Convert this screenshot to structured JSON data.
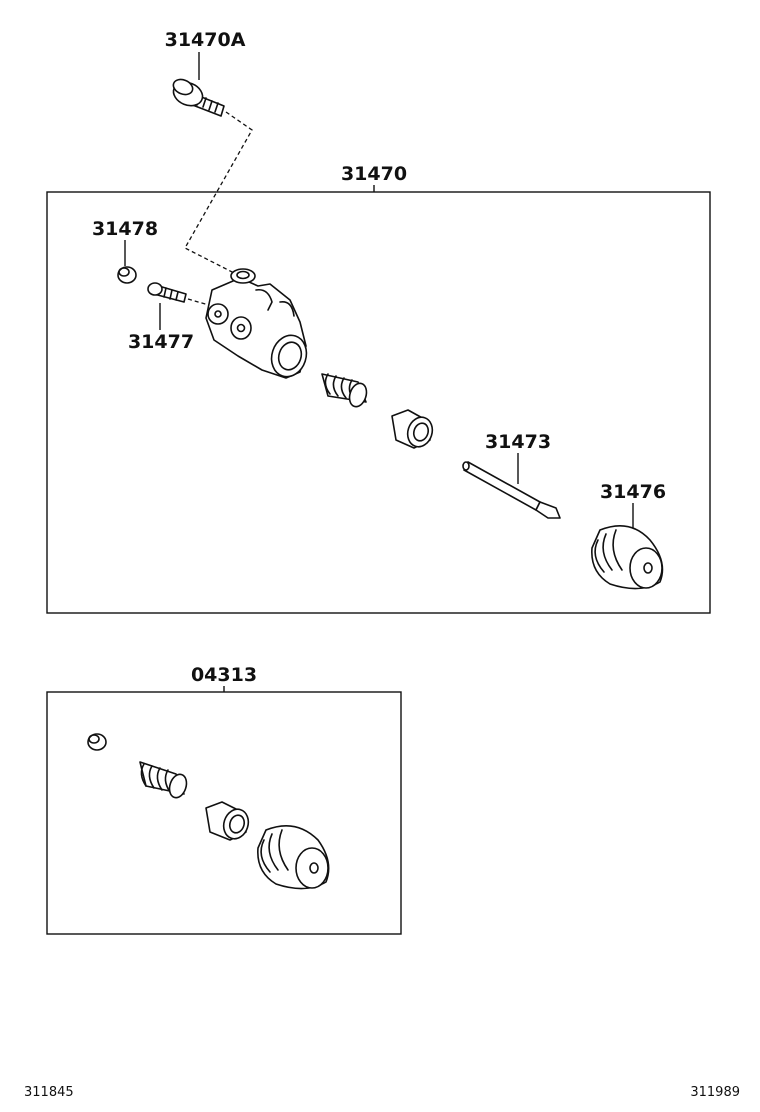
{
  "labels": {
    "bleeder_bolt": "31470A",
    "cylinder_assy": "31470",
    "cap": "31478",
    "plug": "31477",
    "push_rod": "31473",
    "boot": "31476",
    "repair_kit": "04313"
  },
  "codes": {
    "left": "311845",
    "right": "311989"
  }
}
